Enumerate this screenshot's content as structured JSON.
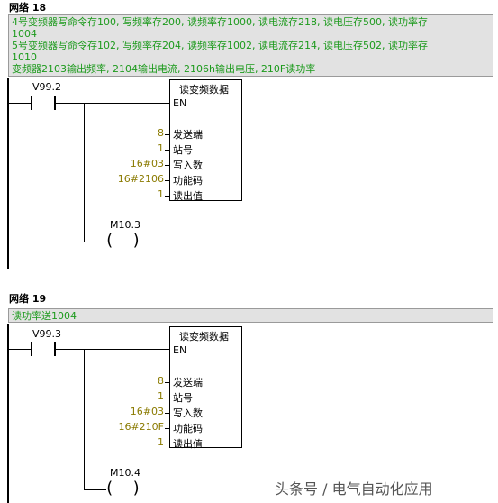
{
  "networks": [
    {
      "title": "网络 18",
      "comment_lines": [
        "4号变频器写命令存100, 写频率存200, 读频率存1000, 读电流存218, 读电压存500, 读功率存",
        "1004",
        "5号变频器写命令存102, 写频率存204, 读频率存1002, 读电流存214, 读电压存502, 读功率存",
        "1010",
        "变频器2103输出频率, 2104输出电流, 2106h输出电压, 210F读功率"
      ],
      "contact": "V99.2",
      "block": {
        "title": "读变频数据",
        "en": "EN",
        "pins": [
          {
            "value": "8",
            "name": "发送端"
          },
          {
            "value": "1",
            "name": "站号"
          },
          {
            "value": "16#03",
            "name": "写入数"
          },
          {
            "value": "16#2106",
            "name": "功能码"
          },
          {
            "value": "1",
            "name": "读出值"
          }
        ]
      },
      "coil": "M10.3"
    },
    {
      "title": "网络 19",
      "comment_lines": [
        "读功率送1004"
      ],
      "contact": "V99.3",
      "block": {
        "title": "读变频数据",
        "en": "EN",
        "pins": [
          {
            "value": "8",
            "name": "发送端"
          },
          {
            "value": "1",
            "name": "站号"
          },
          {
            "value": "16#03",
            "name": "写入数"
          },
          {
            "value": "16#210F",
            "name": "功能码"
          },
          {
            "value": "1",
            "name": "读出值"
          }
        ]
      },
      "coil": "M10.4"
    }
  ],
  "watermark": "头条号 / 电气自动化应用"
}
